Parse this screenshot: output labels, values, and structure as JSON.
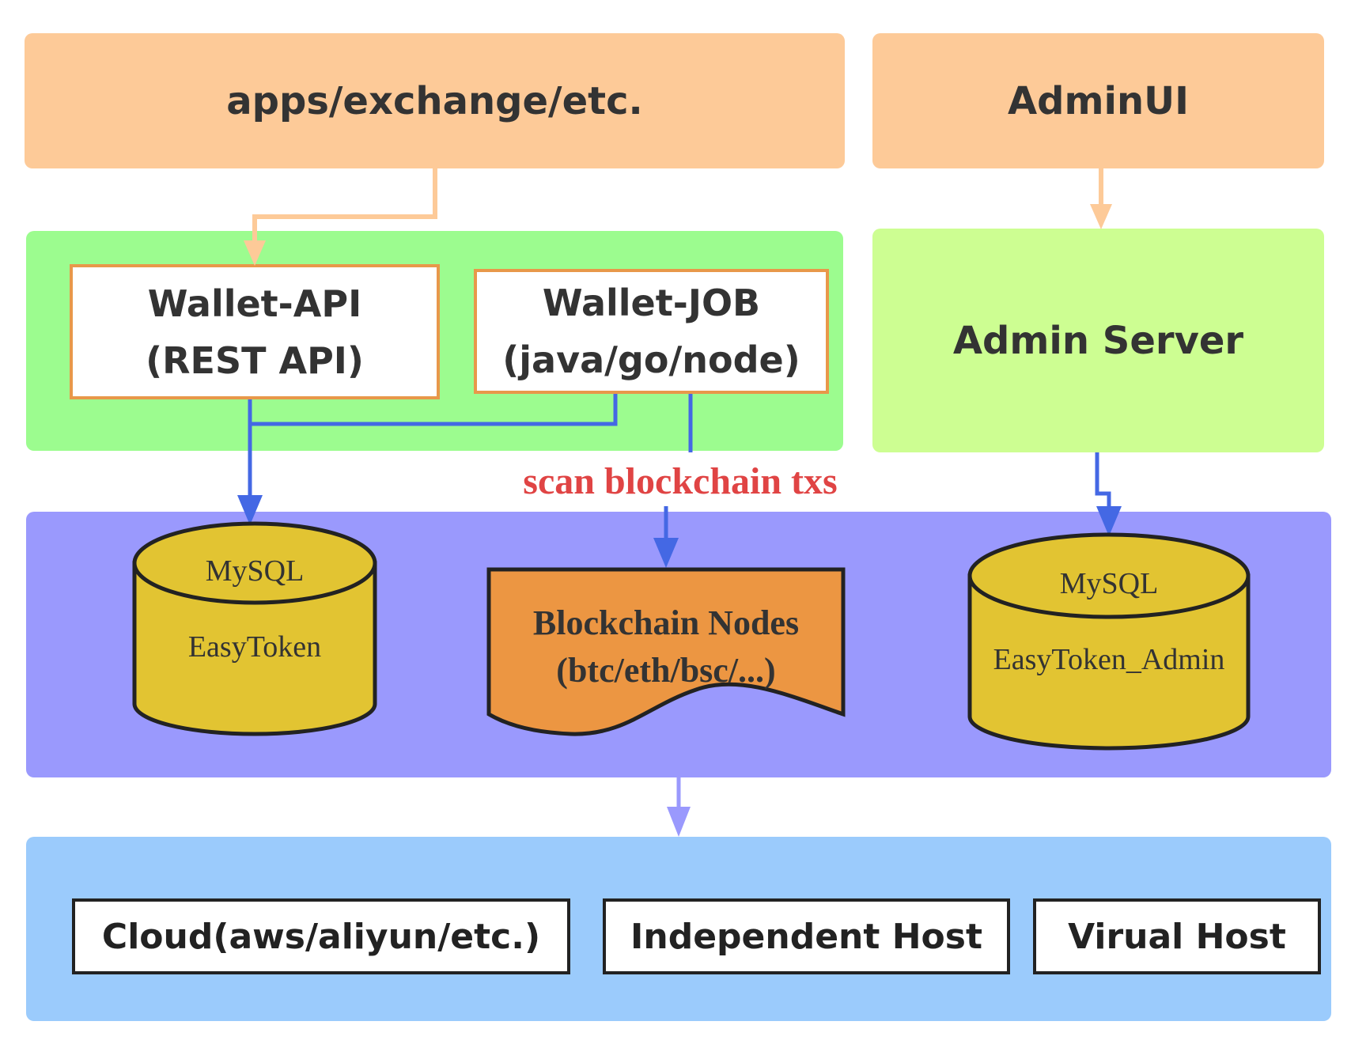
{
  "top": {
    "apps_label": "apps/exchange/etc.",
    "admin_ui_label": "AdminUI"
  },
  "services": {
    "wallet_api": {
      "line1": "Wallet-API",
      "line2": "(REST API)"
    },
    "wallet_job": {
      "line1": "Wallet-JOB",
      "line2": "(java/go/node)"
    },
    "admin_server": "Admin Server"
  },
  "annotation": "scan blockchain txs",
  "storage": {
    "db_easytoken": {
      "engine": "MySQL",
      "name": "EasyToken"
    },
    "blockchain_nodes": {
      "line1": "Blockchain Nodes",
      "line2": "(btc/eth/bsc/...)"
    },
    "db_admin": {
      "engine": "MySQL",
      "name": "EasyToken_Admin"
    }
  },
  "hosts": [
    "Cloud(aws/aliyun/etc.)",
    "Independent Host",
    "Virual Host"
  ],
  "colors": {
    "orange_region": "#fdca98",
    "green_region": "#9cfc8f",
    "lime_region": "#cdfe92",
    "purple_region": "#9a99fd",
    "blue_region": "#9bcbfc",
    "blue_connector": "#4468e4",
    "annotation_red": "#e04444",
    "cylinder_fill": "#e2c432",
    "node_fill": "#ec9642"
  }
}
